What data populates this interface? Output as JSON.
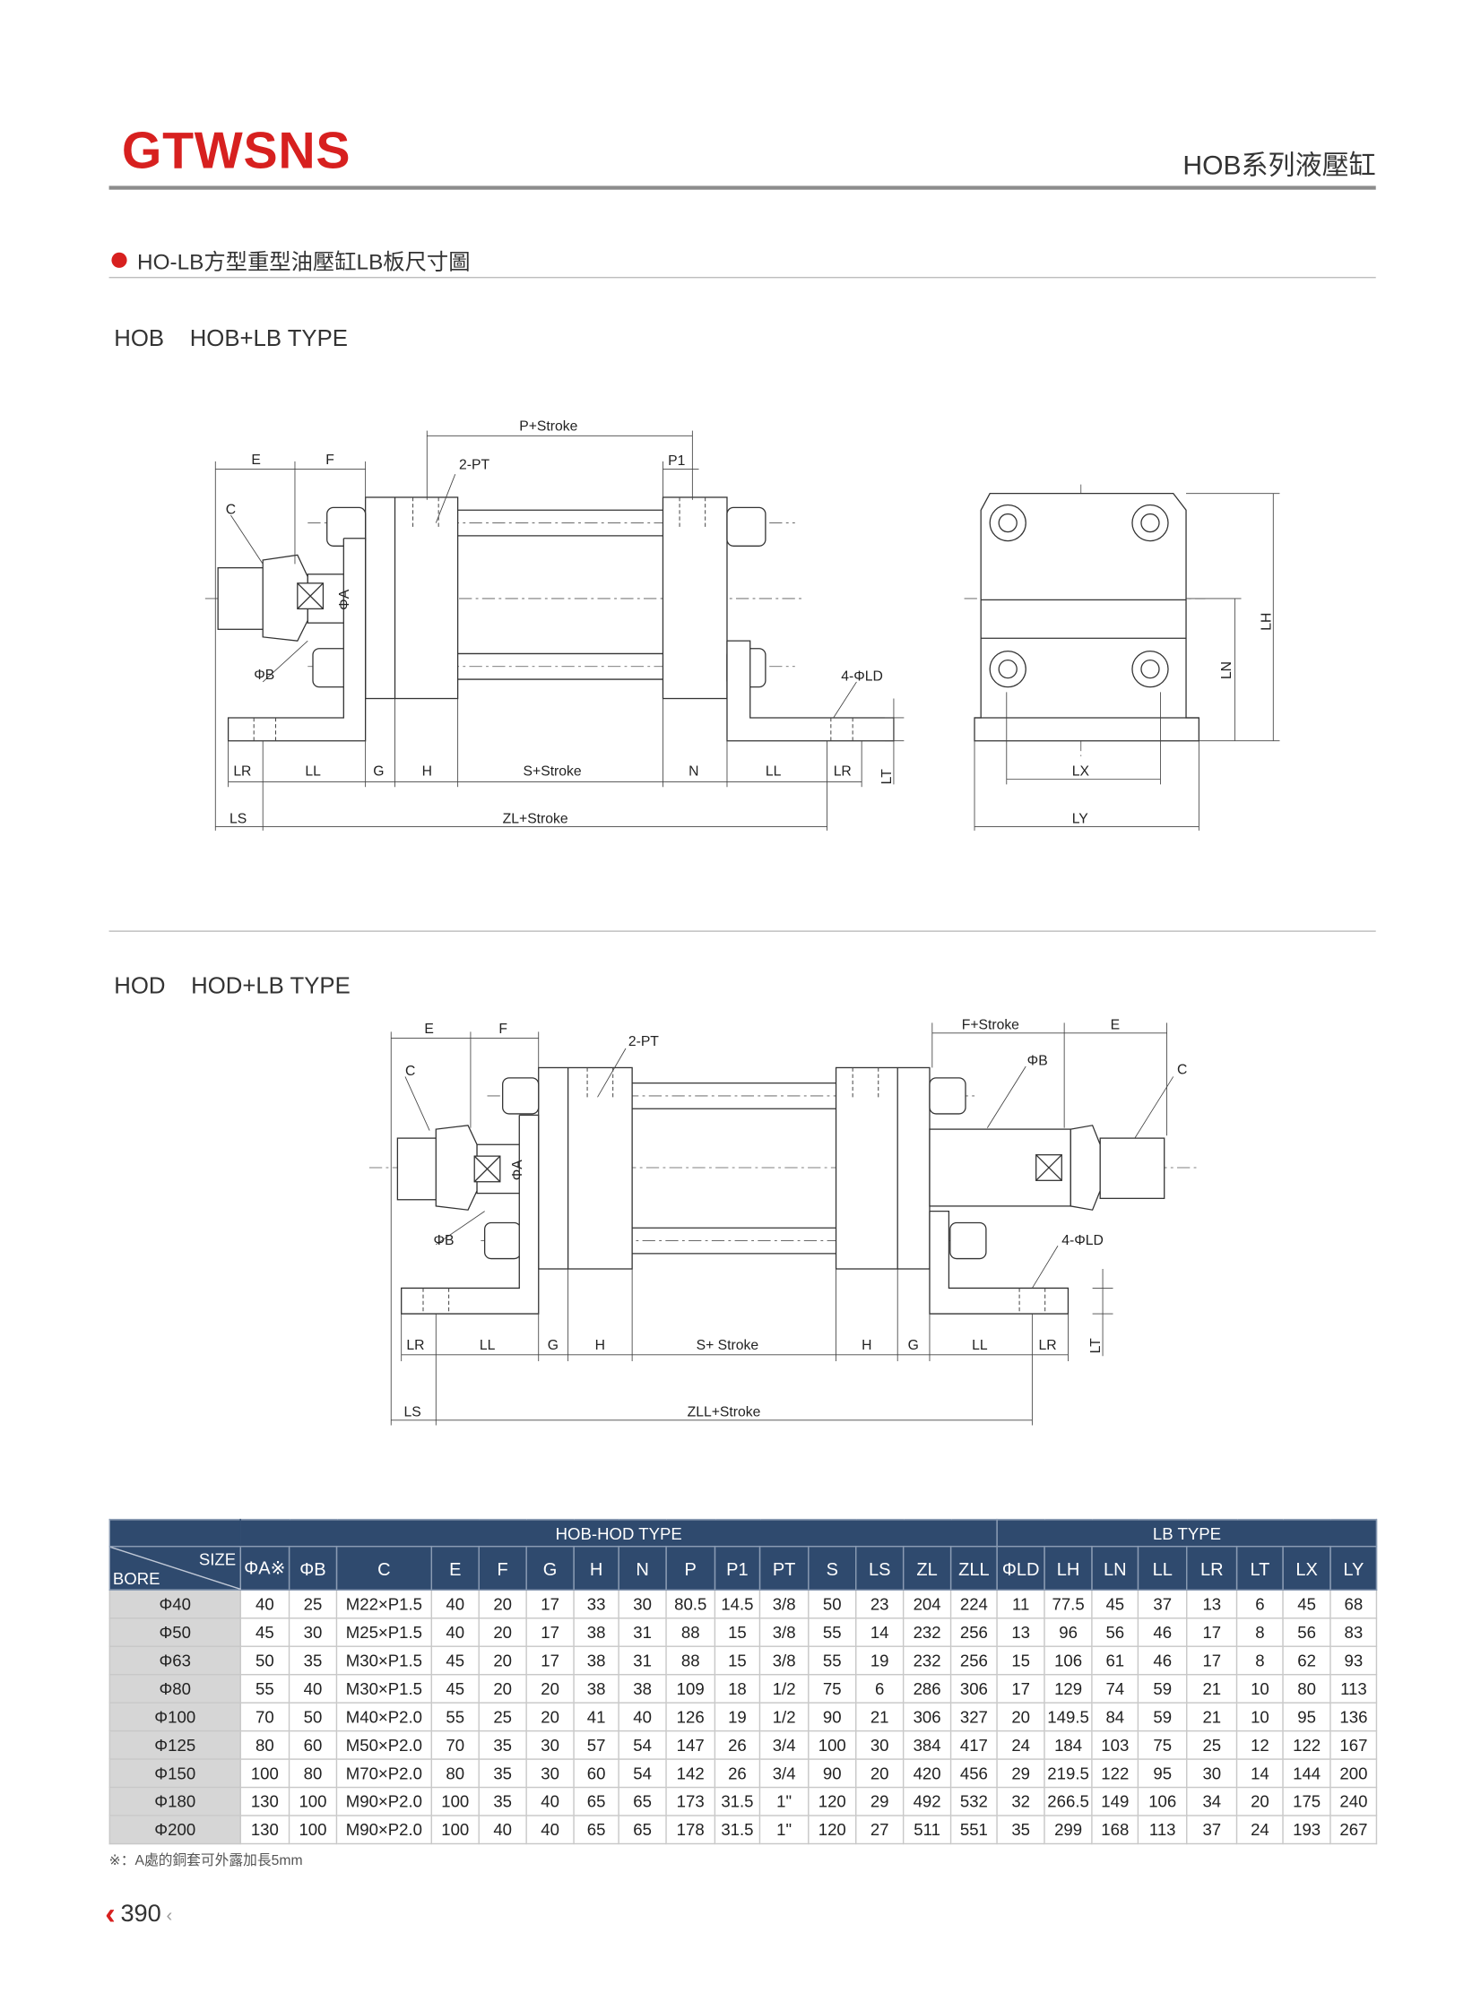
{
  "header": {
    "brand": "GTWSNS",
    "series_title": "HOB系列液壓缸"
  },
  "section": {
    "title": "HO-LB方型重型油壓缸LB板尺寸圖"
  },
  "hob": {
    "code": "HOB",
    "title": "HOB+LB TYPE"
  },
  "hod": {
    "code": "HOD",
    "title": "HOD+LB TYPE"
  },
  "labels": {
    "p_stroke": "P+Stroke",
    "pt": "2-PT",
    "p1": "P1",
    "e": "E",
    "f": "F",
    "c": "C",
    "phi_a": "ΦA",
    "phi_b": "ΦB",
    "ld": "4-ΦLD",
    "lr": "LR",
    "ll": "LL",
    "g": "G",
    "h": "H",
    "s_stroke": "S+Stroke",
    "s_stroke2": "S+ Stroke",
    "n": "N",
    "lt": "LT",
    "ls": "LS",
    "zl_stroke": "ZL+Stroke",
    "zll_stroke": "ZLL+Stroke",
    "f_stroke": "F+Stroke",
    "lh": "LH",
    "ln": "LN",
    "lx": "LX",
    "ly": "LY"
  },
  "table": {
    "group_hob_hod": "HOB-HOD TYPE",
    "group_lb": "LB TYPE",
    "corner_size": "SIZE",
    "corner_bore": "BORE",
    "columns": [
      "ΦA※",
      "ΦB",
      "C",
      "E",
      "F",
      "G",
      "H",
      "N",
      "P",
      "P1",
      "PT",
      "S",
      "LS",
      "ZL",
      "ZLL",
      "ΦLD",
      "LH",
      "LN",
      "LL",
      "LR",
      "LT",
      "LX",
      "LY"
    ],
    "rows": [
      {
        "bore": "Φ40",
        "values": [
          "40",
          "25",
          "M22×P1.5",
          "40",
          "20",
          "17",
          "33",
          "30",
          "80.5",
          "14.5",
          "3/8",
          "50",
          "23",
          "204",
          "224",
          "11",
          "77.5",
          "45",
          "37",
          "13",
          "6",
          "45",
          "68"
        ]
      },
      {
        "bore": "Φ50",
        "values": [
          "45",
          "30",
          "M25×P1.5",
          "40",
          "20",
          "17",
          "38",
          "31",
          "88",
          "15",
          "3/8",
          "55",
          "14",
          "232",
          "256",
          "13",
          "96",
          "56",
          "46",
          "17",
          "8",
          "56",
          "83"
        ]
      },
      {
        "bore": "Φ63",
        "values": [
          "50",
          "35",
          "M30×P1.5",
          "45",
          "20",
          "17",
          "38",
          "31",
          "88",
          "15",
          "3/8",
          "55",
          "19",
          "232",
          "256",
          "15",
          "106",
          "61",
          "46",
          "17",
          "8",
          "62",
          "93"
        ]
      },
      {
        "bore": "Φ80",
        "values": [
          "55",
          "40",
          "M30×P1.5",
          "45",
          "20",
          "20",
          "38",
          "38",
          "109",
          "18",
          "1/2",
          "75",
          "6",
          "286",
          "306",
          "17",
          "129",
          "74",
          "59",
          "21",
          "10",
          "80",
          "113"
        ]
      },
      {
        "bore": "Φ100",
        "values": [
          "70",
          "50",
          "M40×P2.0",
          "55",
          "25",
          "20",
          "41",
          "40",
          "126",
          "19",
          "1/2",
          "90",
          "21",
          "306",
          "327",
          "20",
          "149.5",
          "84",
          "59",
          "21",
          "10",
          "95",
          "136"
        ]
      },
      {
        "bore": "Φ125",
        "values": [
          "80",
          "60",
          "M50×P2.0",
          "70",
          "35",
          "30",
          "57",
          "54",
          "147",
          "26",
          "3/4",
          "100",
          "30",
          "384",
          "417",
          "24",
          "184",
          "103",
          "75",
          "25",
          "12",
          "122",
          "167"
        ]
      },
      {
        "bore": "Φ150",
        "values": [
          "100",
          "80",
          "M70×P2.0",
          "80",
          "35",
          "30",
          "60",
          "54",
          "142",
          "26",
          "3/4",
          "90",
          "20",
          "420",
          "456",
          "29",
          "219.5",
          "122",
          "95",
          "30",
          "14",
          "144",
          "200"
        ]
      },
      {
        "bore": "Φ180",
        "values": [
          "130",
          "100",
          "M90×P2.0",
          "100",
          "35",
          "40",
          "65",
          "65",
          "173",
          "31.5",
          "1\"",
          "120",
          "29",
          "492",
          "532",
          "32",
          "266.5",
          "149",
          "106",
          "34",
          "20",
          "175",
          "240"
        ]
      },
      {
        "bore": "Φ200",
        "values": [
          "130",
          "100",
          "M90×P2.0",
          "100",
          "40",
          "40",
          "65",
          "65",
          "178",
          "31.5",
          "1\"",
          "120",
          "27",
          "511",
          "551",
          "35",
          "299",
          "168",
          "113",
          "37",
          "24",
          "193",
          "267"
        ]
      }
    ]
  },
  "footnote": "※：A處的銅套可外露加長5mm",
  "page_number": "390",
  "colors": {
    "brand": "#d7201f",
    "table_header": "#2f4a6e",
    "bore_cell": "#d6d6d6"
  }
}
